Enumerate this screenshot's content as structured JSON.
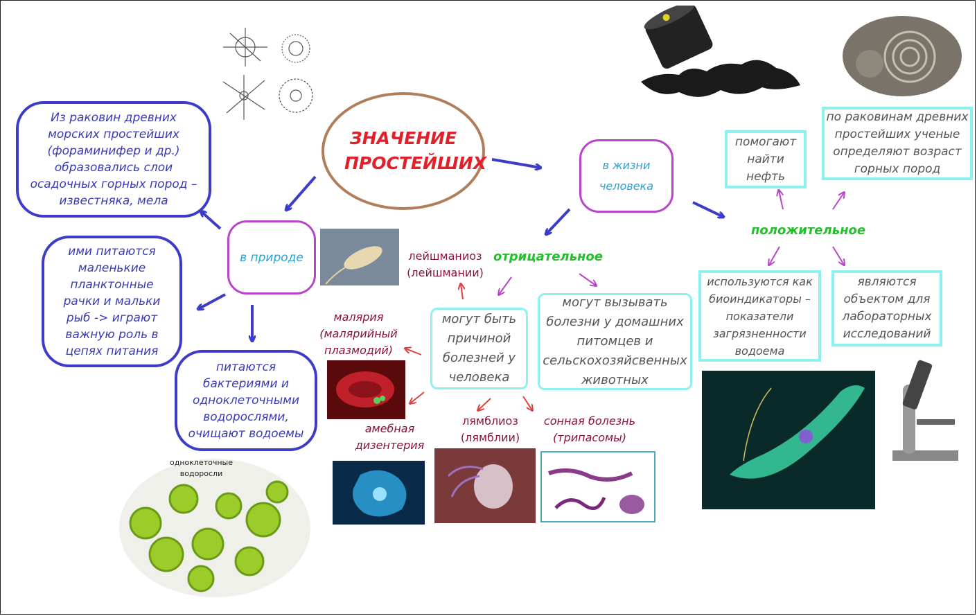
{
  "title": "ЗНАЧЕНИЕ ПРОСТЕЙШИХ",
  "branches": {
    "nature": "в природе",
    "human": "в жизни человека"
  },
  "nature": {
    "rocks": "Из раковин древних морских простейших (фораминифер и др.) образовались слои осадочных горных пород – известняка, мела",
    "food": "ими питаются маленькие планктонные рачки и мальки рыб -> играют важную роль в цепях питания",
    "clean": "питаются бактериями и одноклеточными водорослями, очищают водоемы",
    "algae_caption": "одноклеточные водоросли"
  },
  "negative": {
    "label": "отрицательное",
    "human_diseases": "могут быть причиной болезней у человека",
    "animal_diseases": "могут вызывать болезни у домашних питомцев и сельскохозяйсвенных животных",
    "leishmaniasis": "лейшманиоз (лейшмании)",
    "malaria": "малярия (малярийный плазмодий)",
    "dysentery": "амебная дизентерия",
    "giardiasis": "лямблиоз (лямблии)",
    "sleeping": "сонная болезнь (трипасомы)"
  },
  "positive": {
    "label": "положительное",
    "oil": "помогают найти нефть",
    "age": "по раковинам древних простейших ученые определяют возраст горных пород",
    "bioindicators": "используются как биоиндикаторы – показатели загрязненности водоема",
    "lab": "являются объектом для лабораторных исследований"
  },
  "colors": {
    "blue_arrow": "#3c3cc8",
    "pink_arrow": "#b845c9",
    "red_arrow": "#e04040",
    "title_text": "#e0202a",
    "green_label": "#22c02a"
  }
}
